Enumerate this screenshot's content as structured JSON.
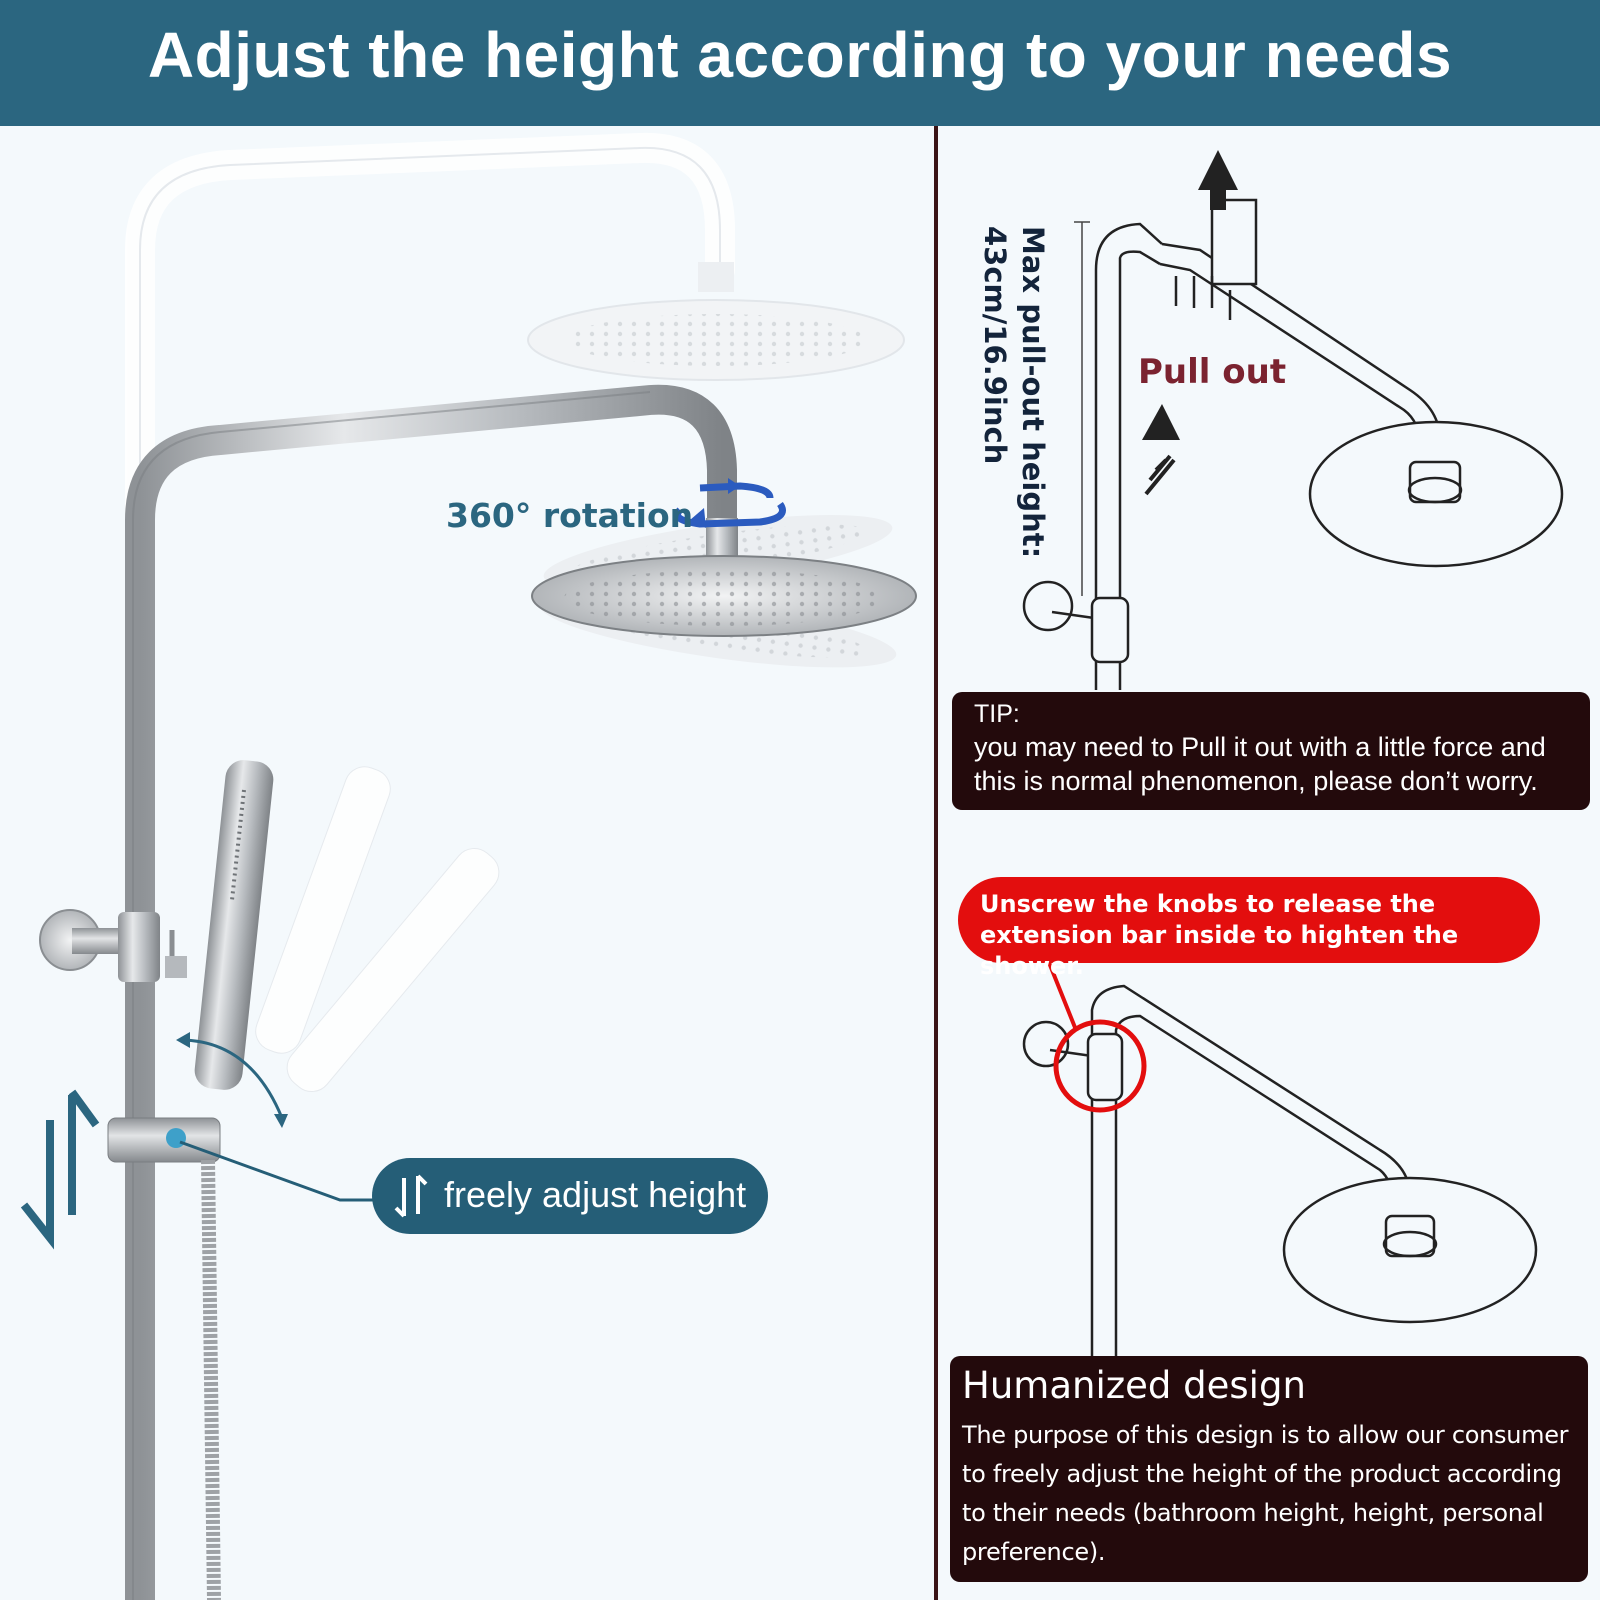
{
  "header": {
    "title": "Adjust the height according to your needs"
  },
  "left_panel": {
    "rotation_label": "360° rotation",
    "adjust_label": "freely adjust height"
  },
  "right_panel": {
    "max_height_line1": "Max pull-out height:",
    "max_height_line2": "43cm/16.9inch",
    "pull_out_label": "Pull out",
    "tip": {
      "title": "TIP:",
      "body": "you may need to Pull it out with a little force and this is normal phenomenon, please don’t worry."
    },
    "unscrew_label": "Unscrew the knobs to release the extension bar inside to highten the shower.",
    "humanized": {
      "title": "Humanized design",
      "body": "The purpose of this design is to allow our consumer to freely adjust the height of the product according to their needs (bathroom height, height, personal preference)."
    }
  },
  "colors": {
    "header_bg": "#2b6680",
    "accent_blue": "#2b6680",
    "divider": "#3a1416",
    "dark_box": "#230a0c",
    "red_callout": "#e30e0e",
    "pull_out_text": "#7b2330"
  },
  "icons": [
    "rotation-arrows-icon",
    "up-down-arrows-icon",
    "swing-arc-icon",
    "pull-up-arrow-icon",
    "callout-circle-icon"
  ]
}
